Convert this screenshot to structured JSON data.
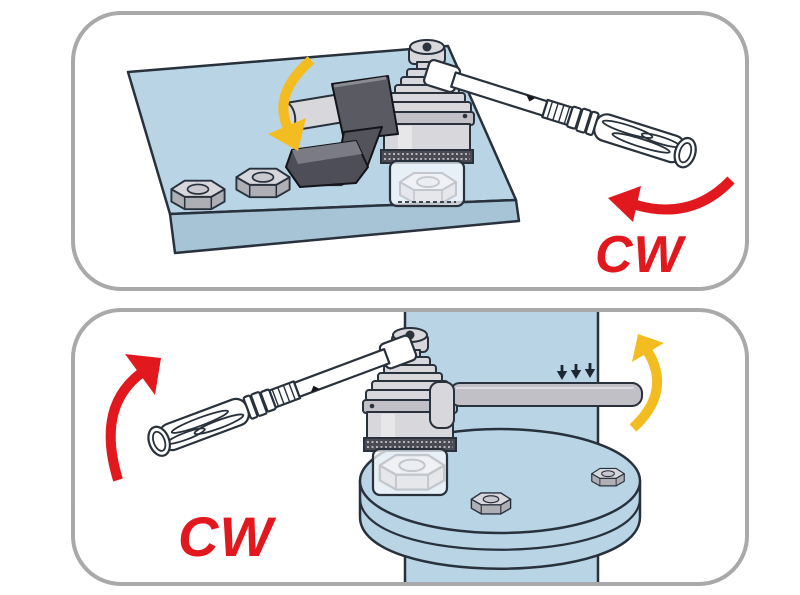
{
  "figure_type": "torque-multiplier-operation-diagram",
  "panels": {
    "top": {
      "name": "flat-plate-application",
      "rotation_label": "CW",
      "rotation_arrow_icon": "curved-arrow-left-icon",
      "reaction_arrow_icon": "curved-arrow-down-icon"
    },
    "bottom": {
      "name": "pipe-flange-application",
      "rotation_label": "CW",
      "rotation_arrow_icon": "curved-arrow-up-right-icon",
      "reaction_arrow_icon": "curved-arrow-up-icon",
      "press_marks_count": "3"
    }
  },
  "colors": {
    "accent_red": "#e2181f",
    "accent_yellow": "#f3bd22",
    "steel_blue": "#b9d4e4",
    "steel_blue_shade": "#a6c4d6",
    "outline": "#28313c",
    "metal_light": "#d8d8dc",
    "metal_mid": "#c0c0c6",
    "metal_dark": "#55555e",
    "panel_border": "#a9a9a9"
  }
}
